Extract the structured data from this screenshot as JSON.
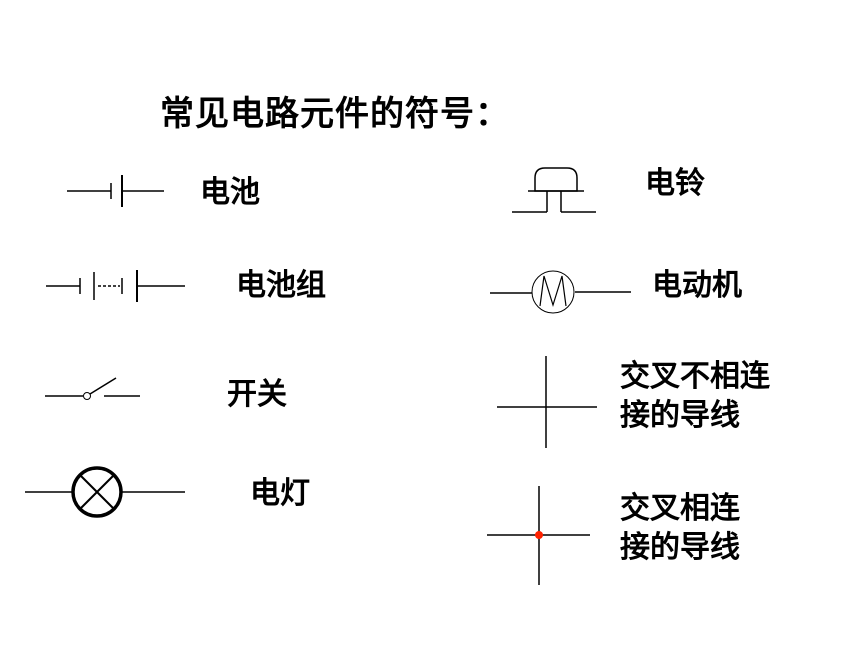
{
  "title": "常见电路元件的符号：",
  "components": {
    "battery": "电池",
    "battery_pack": "电池组",
    "switch": "开关",
    "lamp": "电灯",
    "bell": "电铃",
    "motor": "电动机",
    "crossing_unconnected_line1": "交叉不相连",
    "crossing_unconnected_line2": "接的导线",
    "crossing_connected_line1": "交叉相连",
    "crossing_connected_line2": "接的导线"
  },
  "colors": {
    "stroke": "#000000",
    "junction_dot": "#ff2200"
  }
}
